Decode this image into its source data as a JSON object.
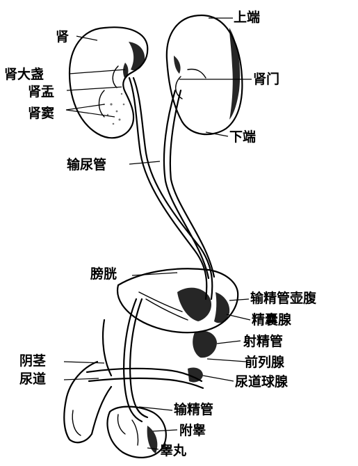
{
  "labels": {
    "shen": "肾",
    "shen_da_zhan": "肾大盏",
    "shen_yu": "肾盂",
    "shen_dou": "肾窦",
    "shang_duan": "上端",
    "shen_men": "肾门",
    "xia_duan": "下端",
    "shu_niao_guan": "输尿管",
    "pang_guang": "膀胱",
    "shu_jing_guan_hu_fu": "输精管壶腹",
    "jing_nang_xian": "精囊腺",
    "she_jing_guan": "射精管",
    "qian_lie_xian": "前列腺",
    "niao_dao_qiu_xian": "尿道球腺",
    "yin_jing": "阴茎",
    "niao_dao": "尿道",
    "shu_jing_guan": "输精管",
    "fu_gao": "附睾",
    "gao_wan": "睾丸"
  }
}
